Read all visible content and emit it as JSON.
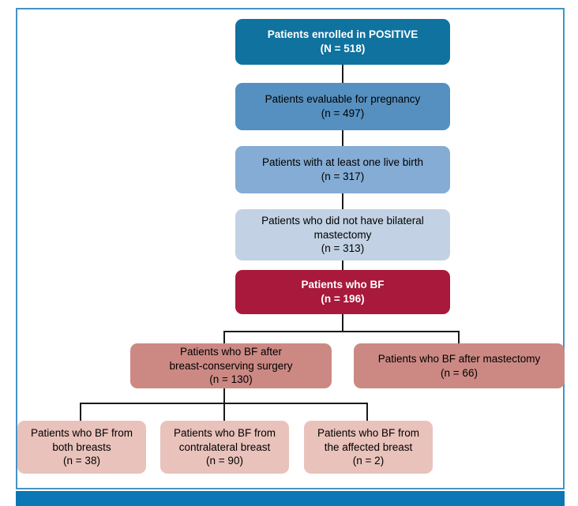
{
  "figure": {
    "type": "flowchart",
    "title": "CONSORT-style patient flow diagram",
    "colors": {
      "frame_border": "#4593c4",
      "bottom_bar": "#0b77b4",
      "level1": "#10729f",
      "level2": "#5690c0",
      "level3": "#84acd4",
      "level4": "#c2d2e4",
      "level5": "#a8193c",
      "branch": "#cc8983",
      "leaf": "#e9c2bb",
      "connector": "#1a1a1a"
    },
    "nodes": {
      "enrolled": {
        "line1": "Patients enrolled in POSITIVE",
        "line2": "(N = 518)",
        "count": 518,
        "count_label": "N"
      },
      "evaluable": {
        "line1": "Patients evaluable for pregnancy",
        "line2": "(n = 497)",
        "count": 497,
        "count_label": "n"
      },
      "live_birth": {
        "line1": "Patients with at least one live birth",
        "line2": "(n = 317)",
        "count": 317,
        "count_label": "n"
      },
      "no_bilateral_mastectomy": {
        "line1": "Patients who did not have bilateral",
        "line2": "mastectomy",
        "line3": "(n = 313)",
        "count": 313,
        "count_label": "n"
      },
      "breastfed": {
        "line1": "Patients who BF",
        "line2": "(n = 196)",
        "count": 196,
        "count_label": "n"
      },
      "bf_after_bcs": {
        "line1": "Patients who BF after",
        "line2": "breast-conserving surgery",
        "line3": "(n = 130)",
        "count": 130,
        "count_label": "n"
      },
      "bf_after_mastectomy": {
        "line1": "Patients who BF after mastectomy",
        "line2": "(n = 66)",
        "count": 66,
        "count_label": "n"
      },
      "bf_both_breasts": {
        "line1": "Patients who BF from",
        "line2": "both breasts",
        "line3": "(n = 38)",
        "count": 38,
        "count_label": "n"
      },
      "bf_contralateral": {
        "line1": "Patients who BF from",
        "line2": "contralateral breast",
        "line3": "(n = 90)",
        "count": 90,
        "count_label": "n"
      },
      "bf_affected": {
        "line1": "Patients who BF from",
        "line2": "the affected breast",
        "line3": "(n = 2)",
        "count": 2,
        "count_label": "n"
      }
    }
  }
}
